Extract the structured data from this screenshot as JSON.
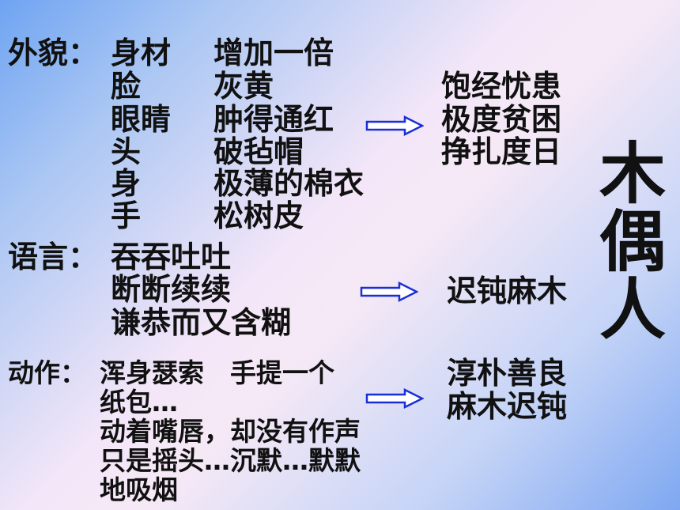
{
  "appearance": {
    "label": "外貌：",
    "rows": [
      {
        "part": "身材",
        "desc": "增加一倍"
      },
      {
        "part": "脸",
        "desc": "灰黄"
      },
      {
        "part": "眼睛",
        "desc": "肿得通红"
      },
      {
        "part": "头",
        "desc": "破毡帽"
      },
      {
        "part": "身",
        "desc": "极薄的棉衣"
      },
      {
        "part": "手",
        "desc": "松树皮"
      }
    ],
    "conclusion": [
      "饱经忧患",
      "极度贫困",
      "挣扎度日"
    ]
  },
  "speech": {
    "label": "语言：",
    "lines": [
      "吞吞吐吐",
      "断断续续",
      "谦恭而又含糊"
    ],
    "conclusion": [
      "迟钝麻木"
    ]
  },
  "action": {
    "label": "动作：",
    "lines": [
      "浑身瑟索　手提一个",
      "纸包…",
      "动着嘴唇，却没有作声",
      "只是摇头…沉默…默默",
      "地吸烟"
    ],
    "conclusion": [
      "淳朴善良",
      "麻木迟钝"
    ]
  },
  "summary": [
    "木",
    "偶",
    "人"
  ],
  "colors": {
    "arrow": "#1a2fd6",
    "text": "#111111"
  }
}
